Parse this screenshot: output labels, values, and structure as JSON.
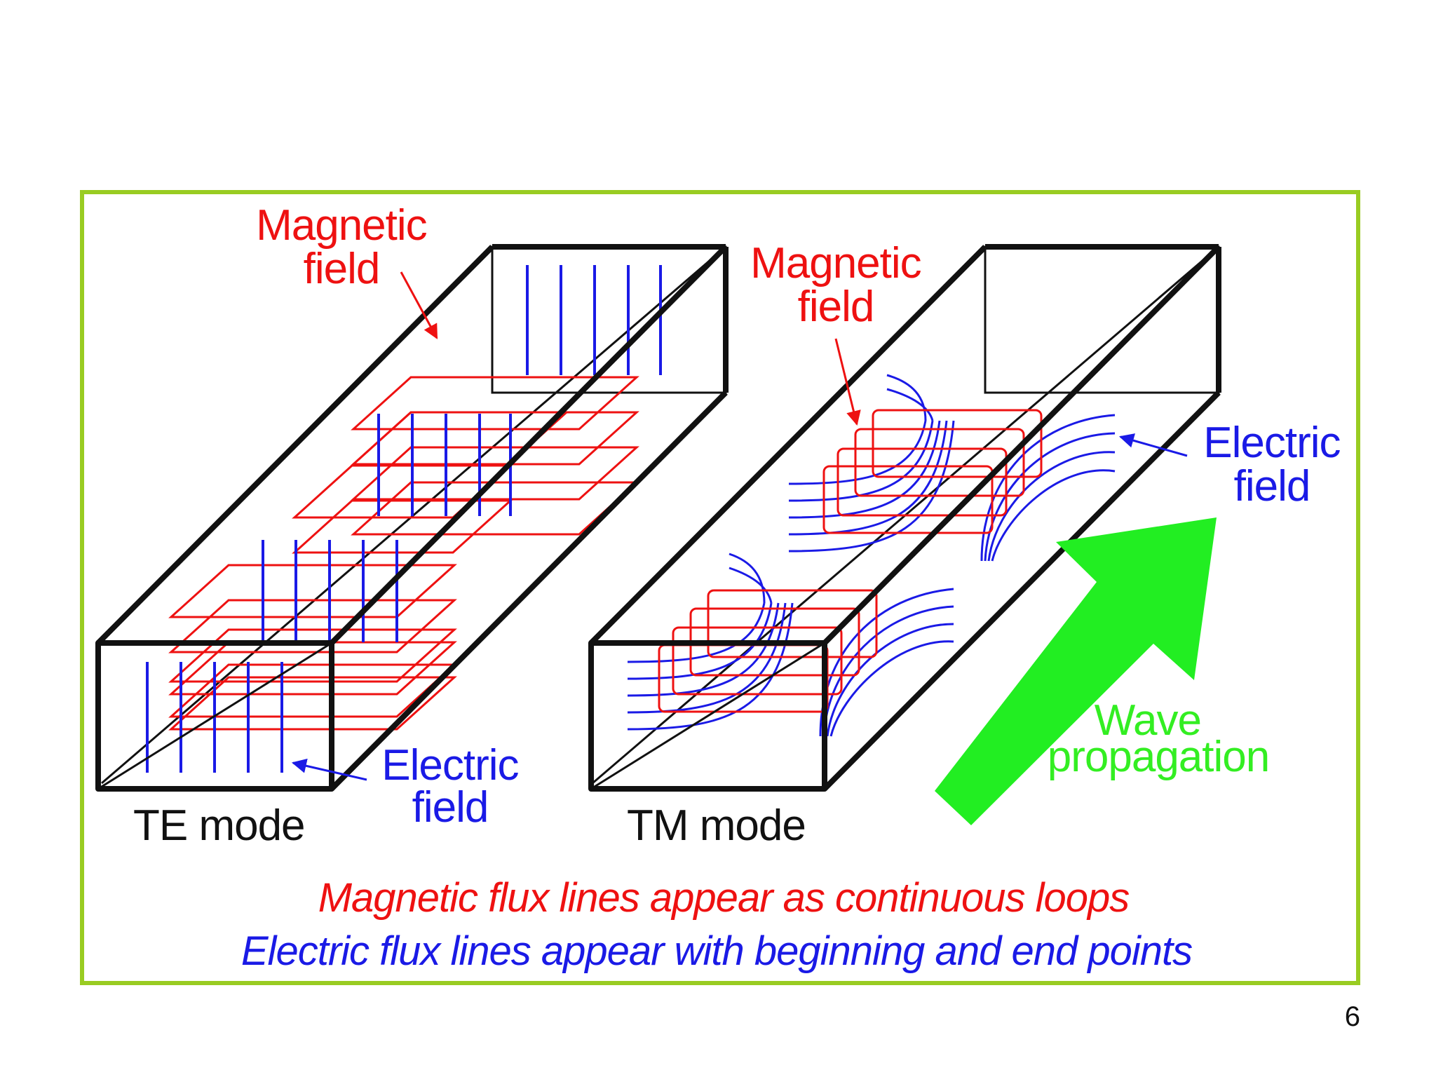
{
  "colors": {
    "frame": "#99cc22",
    "magnetic": "#ee1111",
    "electric": "#1a1ae6",
    "arrow": "#22ee22",
    "guide": "#111111"
  },
  "te": {
    "magnetic_label": [
      "Magnetic",
      "field"
    ],
    "electric_label": [
      "Electric",
      "field"
    ],
    "mode_label": "TE mode"
  },
  "tm": {
    "magnetic_label": [
      "Magnetic",
      "field"
    ],
    "electric_label": [
      "Electric",
      "field"
    ],
    "mode_label": "TM mode"
  },
  "propagation_label": [
    "Wave",
    "propagation"
  ],
  "caption": {
    "magnetic": "Magnetic flux lines appear as continuous loops",
    "electric": "Electric flux lines appear with beginning and end points"
  },
  "page_number": "6"
}
